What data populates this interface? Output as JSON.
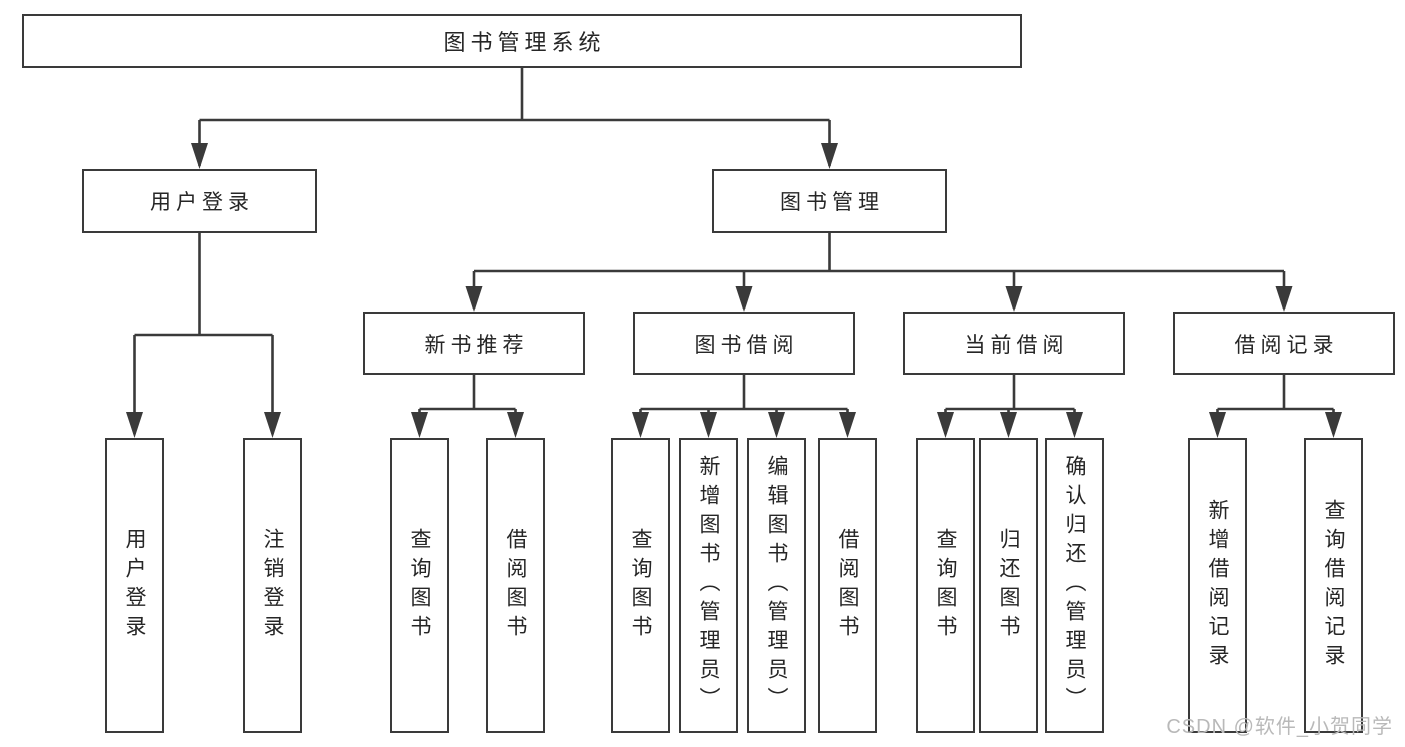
{
  "diagram": {
    "root": {
      "label": "图书管理系统"
    },
    "branches": [
      {
        "label": "用户登录",
        "children": [
          {
            "label": "用户登录"
          },
          {
            "label": "注销登录"
          }
        ]
      },
      {
        "label": "图书管理",
        "children": [
          {
            "label": "新书推荐",
            "children": [
              {
                "label": "查询图书"
              },
              {
                "label": "借阅图书"
              }
            ]
          },
          {
            "label": "图书借阅",
            "children": [
              {
                "label": "查询图书"
              },
              {
                "label": "新增图书（管理员）"
              },
              {
                "label": "编辑图书（管理员）"
              },
              {
                "label": "借阅图书"
              }
            ]
          },
          {
            "label": "当前借阅",
            "children": [
              {
                "label": "查询图书"
              },
              {
                "label": "归还图书"
              },
              {
                "label": "确认归还（管理员）"
              }
            ]
          },
          {
            "label": "借阅记录",
            "children": [
              {
                "label": "新增借阅记录"
              },
              {
                "label": "查询借阅记录"
              }
            ]
          }
        ]
      }
    ]
  },
  "watermark": {
    "text": "CSDN @软件_小贺同学"
  },
  "colors": {
    "line": "#3a3a3a",
    "text": "#262626",
    "watermark": "#b9b9b9",
    "background": "#ffffff"
  }
}
